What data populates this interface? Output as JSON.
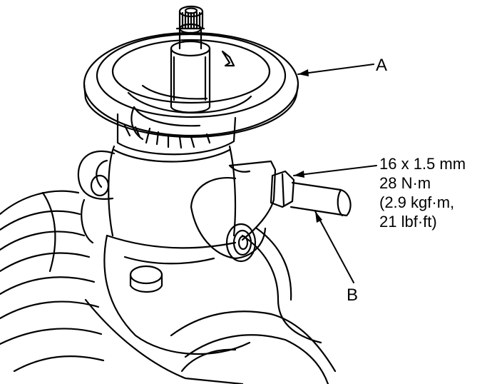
{
  "labels": {
    "a": "A",
    "b": "B"
  },
  "spec": {
    "line1": "16 x 1.5 mm",
    "line2": "28 N·m",
    "line3": "(2.9 kgf·m,",
    "line4": "21 lbf·ft)"
  },
  "colors": {
    "line": "#000000",
    "background": "#ffffff"
  }
}
